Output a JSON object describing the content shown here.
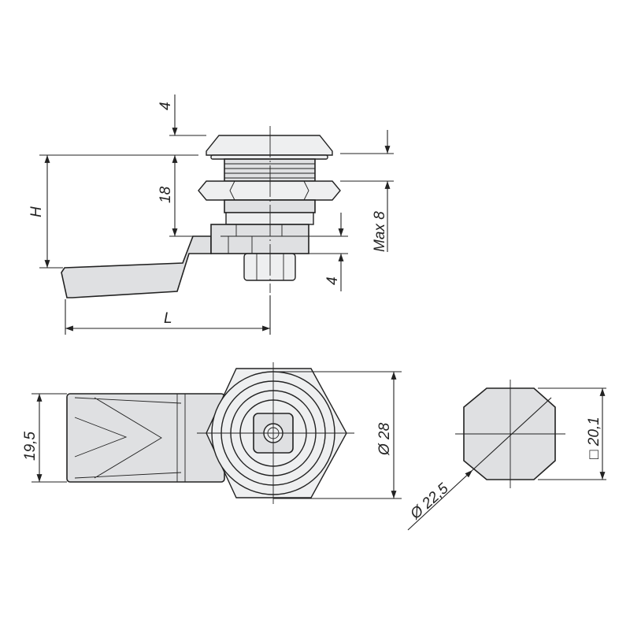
{
  "title": "Cam lock technical drawing",
  "side_view": {
    "dim_cap_height": "4",
    "dim_body_length": "18",
    "dim_height": "H",
    "dim_max_panel": "Max 8",
    "dim_cam_thickness": "4",
    "dim_lever_length": "L"
  },
  "front_view": {
    "dim_lever_width": "19,5",
    "dim_housing_diameter": "Ø 28"
  },
  "cutout_view": {
    "dim_cutout_diameter": "Ø 22,5",
    "dim_cutout_square": "□ 20,1"
  },
  "colors": {
    "fill": "#dfe0e2",
    "line": "#222222"
  }
}
